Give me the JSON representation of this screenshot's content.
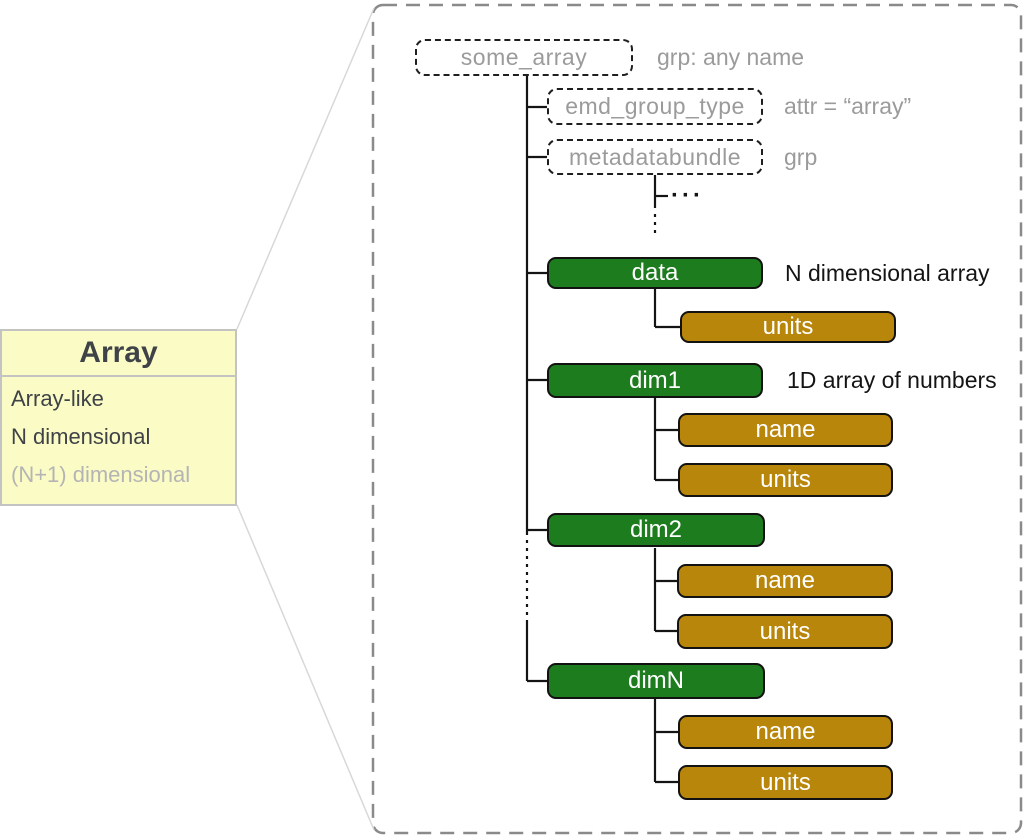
{
  "colors": {
    "group_box_green": "#1d7c1e",
    "dataset_box_gold": "#b8860b",
    "dashed_node_gray": "#9b9b9b",
    "class_card_yellow": "#fbfbc6",
    "dark_text": "#3f4347",
    "line_black": "#141414",
    "container_dash_gray": "#8a8a8a"
  },
  "class_card": {
    "title": "Array",
    "lines": [
      {
        "text": "Array-like"
      },
      {
        "text": "N dimensional"
      },
      {
        "text": "(N+1) dimensional"
      }
    ]
  },
  "tree": {
    "root": {
      "label": "some_array",
      "annotation": "grp: any name"
    },
    "attr_node": {
      "label": "emd_group_type",
      "annotation": "attr = “array”"
    },
    "metadata_node": {
      "label": "metadatabundle",
      "annotation": "grp",
      "ellipsis": "···"
    },
    "groups": [
      {
        "label": "data",
        "annotation": "N dimensional array",
        "children": [
          {
            "label": "units"
          }
        ]
      },
      {
        "label": "dim1",
        "annotation": "1D array of numbers",
        "children": [
          {
            "label": "name"
          },
          {
            "label": "units"
          }
        ]
      },
      {
        "label": "dim2",
        "annotation": "",
        "children": [
          {
            "label": "name"
          },
          {
            "label": "units"
          }
        ]
      },
      {
        "label": "dimN",
        "annotation": "",
        "children": [
          {
            "label": "name"
          },
          {
            "label": "units"
          }
        ]
      }
    ]
  }
}
